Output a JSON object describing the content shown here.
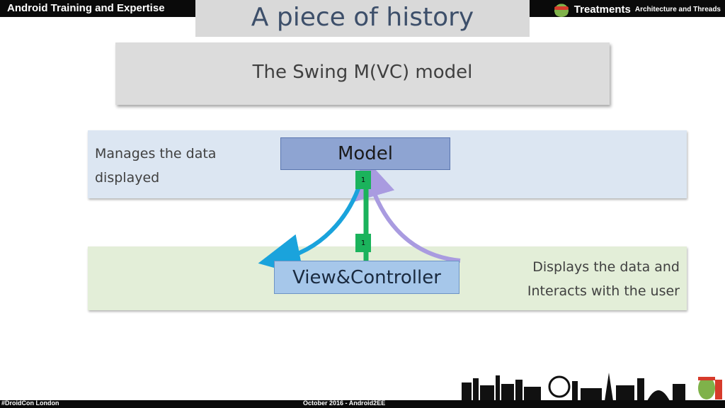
{
  "header": {
    "left_title": "Android Training and Expertise",
    "right_title": "Treatments",
    "right_subtitle": "Architecture and Threads"
  },
  "slide": {
    "title": "A piece of history",
    "subtitle": "The Swing M(VC) model"
  },
  "diagram": {
    "model_label": "Model",
    "model_description": "Manages the data displayed",
    "view_label": "View&Controller",
    "view_description_line1": "Displays the data and",
    "view_description_line2": "Interacts with the user",
    "multiplicity_top": "1",
    "multiplicity_bottom": "1",
    "colors": {
      "model_band": "#dce6f2",
      "view_band": "#e3eed8",
      "model_box": "#8ea4d2",
      "view_box": "#a6c7ea",
      "blue_arrow": "#1aa3dc",
      "purple_arrow": "#a99be0",
      "green_link": "#1bb35c"
    }
  },
  "footer": {
    "left": "#DroidCon London",
    "center": "October 2016 - Android2EE"
  }
}
